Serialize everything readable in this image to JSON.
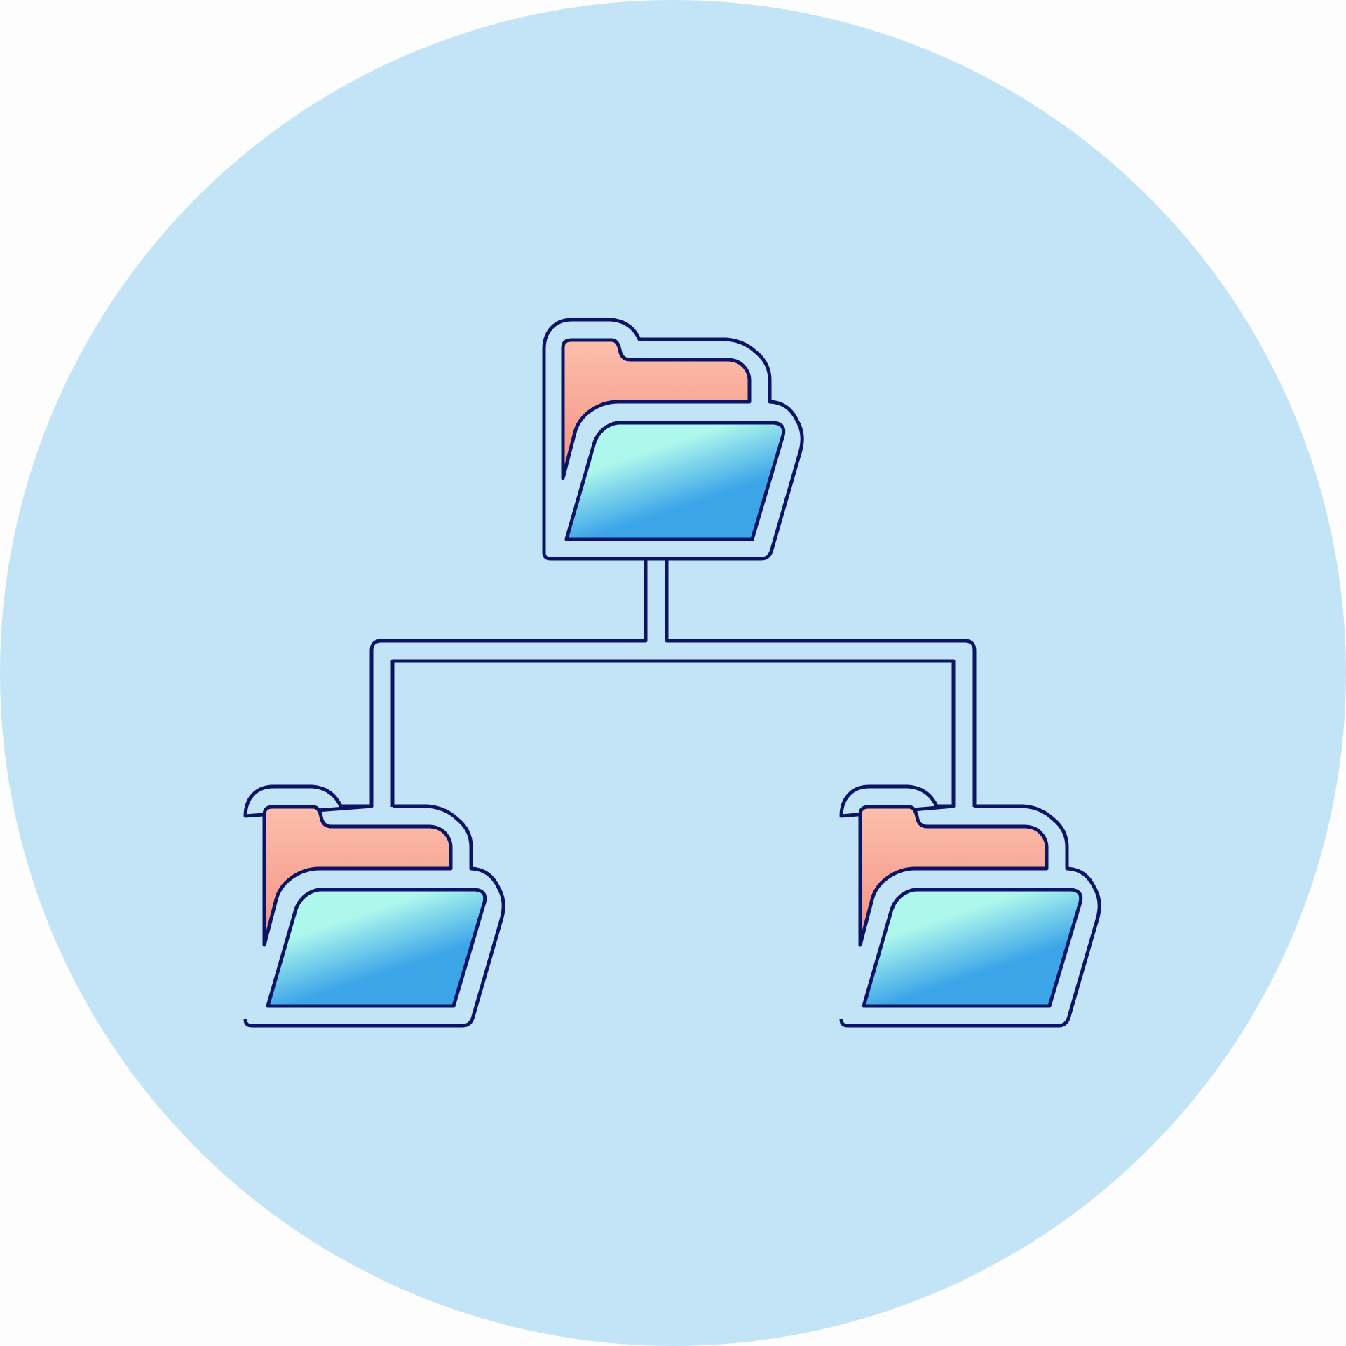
{
  "icon": {
    "name": "folder-hierarchy-icon",
    "colors": {
      "page_background": "#fdfdfd",
      "circle_background": "#c3e4f6",
      "outline": "#0c1466",
      "back_panel_top": "#fbbfab",
      "back_panel_bottom": "#f58f82",
      "front_panel_light": "#adf7ec",
      "front_panel_dark": "#3ca5e8"
    },
    "folders": [
      {
        "name": "root-folder-icon",
        "role": "parent"
      },
      {
        "name": "left-child-folder-icon",
        "role": "child"
      },
      {
        "name": "right-child-folder-icon",
        "role": "child"
      }
    ],
    "connector": {
      "name": "tree-connector",
      "children_count": 2
    }
  }
}
